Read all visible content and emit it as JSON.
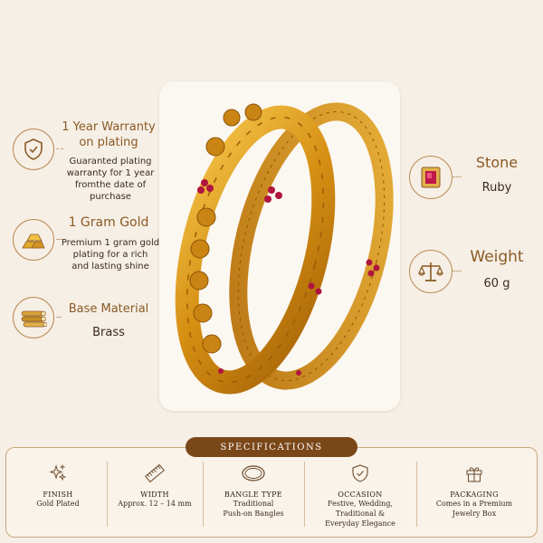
{
  "features_left": [
    {
      "title": "1 Year Warranty on plating",
      "title_lines": [
        "1 Year Warranty",
        "on plating"
      ],
      "desc_lines": [
        "Guaranted plating",
        "warranty for 1 year",
        "fromthe date of",
        "purchase"
      ],
      "icon": "shield-check-icon"
    },
    {
      "title": "1 Gram Gold",
      "desc_lines": [
        "Premium 1 gram gold",
        "plating for a rich",
        "and lasting shine"
      ],
      "icon": "gold-bars-icon"
    },
    {
      "title": "Base Material",
      "value": "Brass",
      "icon": "brass-tubes-icon"
    }
  ],
  "features_right": [
    {
      "title": "Stone",
      "value": "Ruby",
      "icon": "ruby-stone-icon"
    },
    {
      "title": "Weight",
      "value": "60 g",
      "icon": "balance-scale-icon"
    }
  ],
  "specifications": {
    "heading": "SPECIFICATIONS",
    "items": [
      {
        "label": "FINISH",
        "value_lines": [
          "Gold Plated"
        ],
        "icon": "sparkle-icon"
      },
      {
        "label": "WIDTH",
        "value_lines": [
          "Approx. 12 – 14 mm"
        ],
        "icon": "ruler-icon"
      },
      {
        "label": "BANGLE TYPE",
        "value_lines": [
          "Traditional",
          "Push-on Bangles"
        ],
        "icon": "bangle-icon"
      },
      {
        "label": "OCCASION",
        "value_lines": [
          "Festive, Wedding,",
          "Traditional &",
          "Everyday Elegance"
        ],
        "icon": "shield-check-icon"
      },
      {
        "label": "PACKAGING",
        "value_lines": [
          "Comes in a Premium",
          "Jewelry Box"
        ],
        "icon": "gift-box-icon"
      }
    ]
  },
  "colors": {
    "accent": "#8a5a24",
    "gold": "#d79a17",
    "ruby": "#b0153e",
    "background": "#f6efe6"
  }
}
